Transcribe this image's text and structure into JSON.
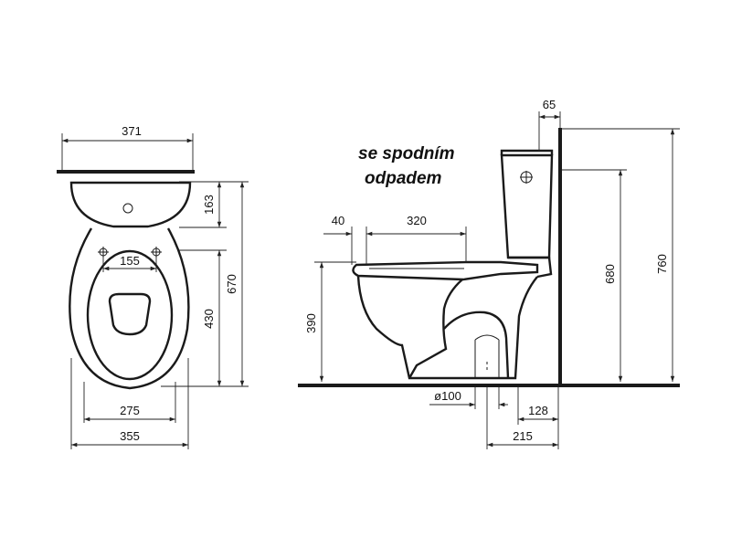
{
  "title_lines": [
    "se spodním",
    "odpadem"
  ],
  "dimensions": {
    "top_width": "371",
    "tank_depth": "163",
    "hole_spacing": "155",
    "bowl_length": "430",
    "total_length": "670",
    "seat_width": "275",
    "base_width": "355",
    "front_offset": "40",
    "seat_length": "320",
    "wall_gap": "65",
    "seat_height": "390",
    "tank_height": "680",
    "total_height": "760",
    "outlet_diameter": "ø100",
    "outlet_wall_gap": "128",
    "outlet_center": "215"
  },
  "colors": {
    "line": "#1a1a1a",
    "background": "#ffffff"
  }
}
